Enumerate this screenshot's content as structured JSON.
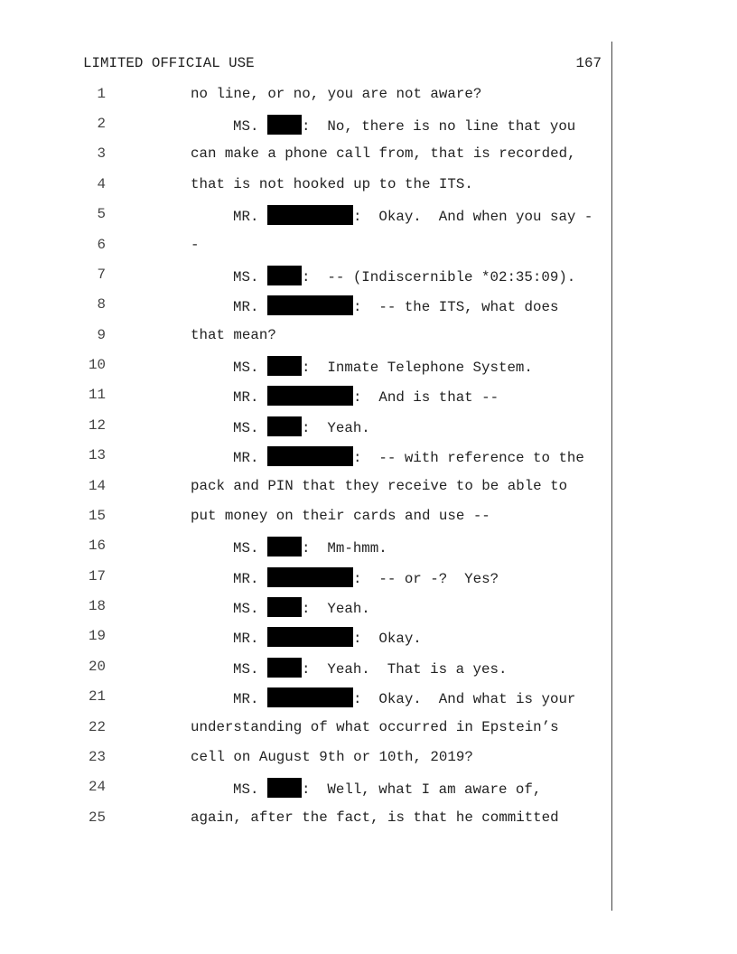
{
  "header": {
    "classification": "LIMITED OFFICIAL USE",
    "page_number": "167"
  },
  "lines": [
    {
      "n": "1",
      "text": "no line, or no, you are not aware?"
    },
    {
      "n": "2",
      "speaker": "MS.",
      "redact": "ms",
      "text": ":  No, there is no line that you"
    },
    {
      "n": "3",
      "text": "can make a phone call from, that is recorded,"
    },
    {
      "n": "4",
      "text": "that is not hooked up to the ITS."
    },
    {
      "n": "5",
      "speaker": "MR.",
      "redact": "mr",
      "text": ":  Okay.  And when you say -"
    },
    {
      "n": "6",
      "text": "-"
    },
    {
      "n": "7",
      "speaker": "MS.",
      "redact": "ms",
      "text": ":  -- (Indiscernible *02:35:09)."
    },
    {
      "n": "8",
      "speaker": "MR.",
      "redact": "mr",
      "text": ":  -- the ITS, what does"
    },
    {
      "n": "9",
      "text": "that mean?"
    },
    {
      "n": "10",
      "speaker": "MS.",
      "redact": "ms",
      "text": ":  Inmate Telephone System."
    },
    {
      "n": "11",
      "speaker": "MR.",
      "redact": "mr",
      "text": ":  And is that --"
    },
    {
      "n": "12",
      "speaker": "MS.",
      "redact": "ms",
      "text": ":  Yeah."
    },
    {
      "n": "13",
      "speaker": "MR.",
      "redact": "mr",
      "text": ":  -- with reference to the"
    },
    {
      "n": "14",
      "text": "pack and PIN that they receive to be able to"
    },
    {
      "n": "15",
      "text": "put money on their cards and use --"
    },
    {
      "n": "16",
      "speaker": "MS.",
      "redact": "ms",
      "text": ":  Mm-hmm."
    },
    {
      "n": "17",
      "speaker": "MR.",
      "redact": "mr",
      "text": ":  -- or -?  Yes?"
    },
    {
      "n": "18",
      "speaker": "MS.",
      "redact": "ms",
      "text": ":  Yeah."
    },
    {
      "n": "19",
      "speaker": "MR.",
      "redact": "mr",
      "text": ":  Okay."
    },
    {
      "n": "20",
      "speaker": "MS.",
      "redact": "ms",
      "text": ":  Yeah.  That is a yes."
    },
    {
      "n": "21",
      "speaker": "MR.",
      "redact": "mr",
      "text": ":  Okay.  And what is your"
    },
    {
      "n": "22",
      "text": "understanding of what occurred in Epstein’s"
    },
    {
      "n": "23",
      "text": "cell on August 9th or 10th, 2019?"
    },
    {
      "n": "24",
      "speaker": "MS.",
      "redact": "ms",
      "text": ":  Well, what I am aware of,"
    },
    {
      "n": "25",
      "text": "again, after the fact, is that he committed"
    }
  ]
}
